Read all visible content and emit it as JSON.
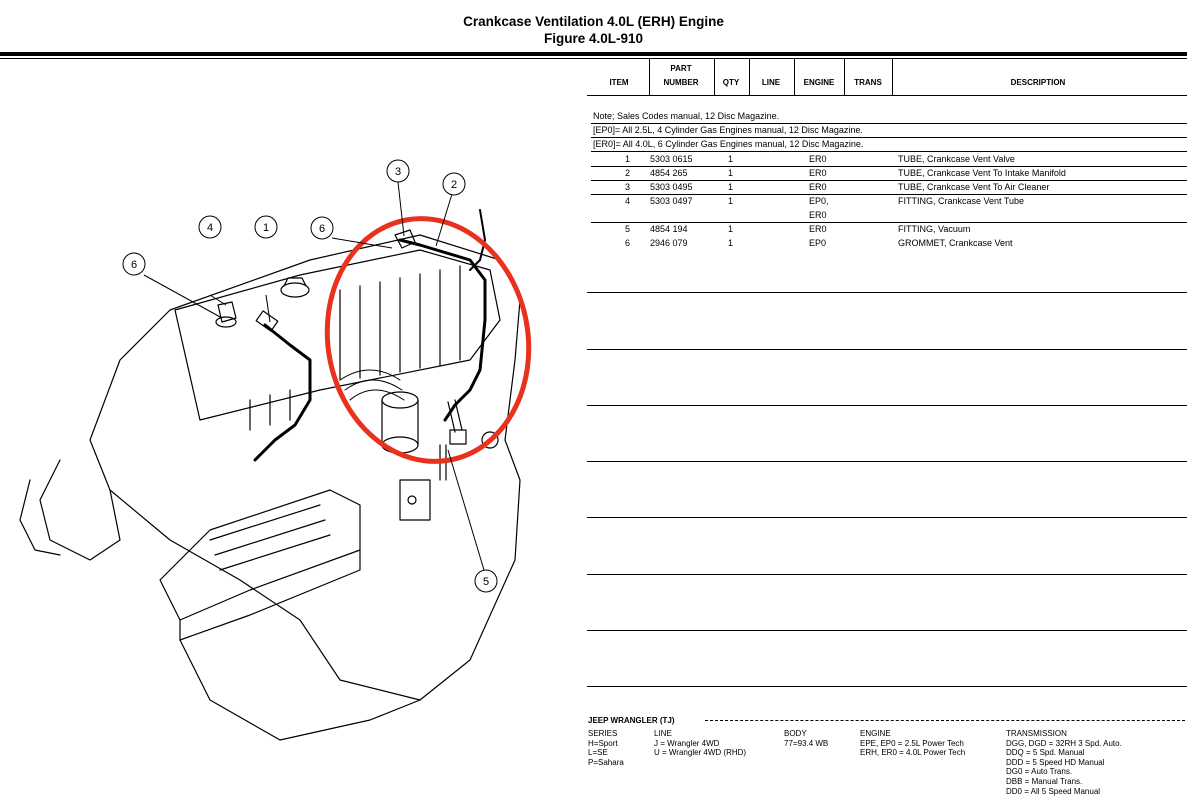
{
  "header": {
    "title": "Crankcase Ventilation 4.0L (ERH) Engine",
    "figure": "Figure 4.0L-910"
  },
  "table": {
    "headers": {
      "item": "ITEM",
      "part_line1": "PART",
      "part_line2": "NUMBER",
      "qty": "QTY",
      "line": "LINE",
      "engine": "ENGINE",
      "trans": "TRANS",
      "description": "DESCRIPTION"
    },
    "notes": [
      "Note; Sales Codes manual, 12 Disc Magazine.",
      "[EP0]= All 2.5L, 4 Cylinder Gas Engines manual, 12 Disc Magazine.",
      "[ER0]= All 4.0L, 6 Cylinder Gas Engines manual, 12 Disc Magazine."
    ],
    "rows": [
      {
        "item": "1",
        "part": "5303 0615",
        "qty": "1",
        "engine": "ER0",
        "description": "TUBE, Crankcase Vent Valve"
      },
      {
        "item": "2",
        "part": "4854 265",
        "qty": "1",
        "engine": "ER0",
        "description": "TUBE, Crankcase Vent To Intake Manifold"
      },
      {
        "item": "3",
        "part": "5303 0495",
        "qty": "1",
        "engine": "ER0",
        "description": "TUBE, Crankcase Vent To Air Cleaner"
      },
      {
        "item": "4",
        "part": "5303 0497",
        "qty": "1",
        "engine": "EP0,",
        "description": "FITTING, Crankcase Vent Tube"
      },
      {
        "item": "",
        "part": "",
        "qty": "",
        "engine": "ER0",
        "description": ""
      },
      {
        "item": "5",
        "part": "4854 194",
        "qty": "1",
        "engine": "ER0",
        "description": "FITTING, Vacuum"
      },
      {
        "item": "6",
        "part": "2946 079",
        "qty": "1",
        "engine": "EP0",
        "description": "GROMMET, Crankcase Vent"
      }
    ]
  },
  "diagram": {
    "callouts": [
      "1",
      "2",
      "3",
      "4",
      "5",
      "6",
      "6"
    ],
    "highlight_color": "#e8321e"
  },
  "footer": {
    "vehicle": "JEEP WRANGLER (TJ)",
    "series": {
      "title": "SERIES",
      "lines": [
        "H=Sport",
        "L=SE",
        "P=Sahara"
      ]
    },
    "line": {
      "title": "LINE",
      "lines": [
        "J = Wrangler 4WD",
        "U = Wrangler 4WD (RHD)"
      ]
    },
    "body": {
      "title": "BODY",
      "lines": [
        "77=93.4 WB"
      ]
    },
    "engine": {
      "title": "ENGINE",
      "lines": [
        "EPE, EP0 = 2.5L Power Tech",
        "ERH, ER0 = 4.0L Power Tech"
      ]
    },
    "transmission": {
      "title": "TRANSMISSION",
      "lines": [
        "DGG, DGD = 32RH 3 Spd. Auto.",
        "DDQ = 5 Spd. Manual",
        "DDD = 5 Speed HD Manual",
        "DG0 = Auto Trans.",
        "DBB = Manual Trans.",
        "DD0 = All 5 Speed Manual"
      ]
    }
  }
}
